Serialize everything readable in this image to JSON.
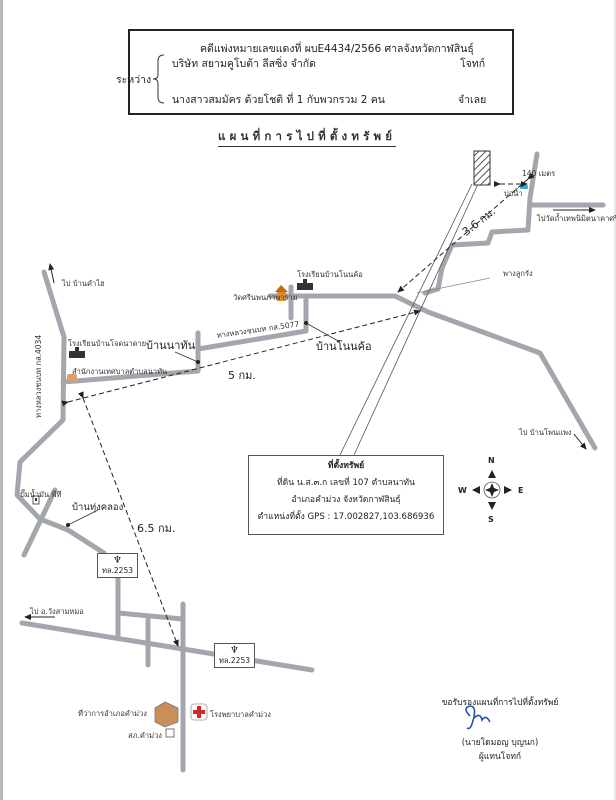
{
  "header": {
    "case_line": "คดีแพ่งหมายเลขแดงที่  ผบE4434/2566   ศาลจังหวัดกาฬสินธุ์",
    "between_label": "ระหว่าง",
    "plaintiff_name": "บริษัท สยามคูโบต้า ลีสซิ่ง จำกัด",
    "plaintiff_role": "โจทก์",
    "defendant_name": "นางสาวสมมัคร  ด้วยโชติ ที่  1  กับพวกรวม 2 คน",
    "defendant_role": "จำเลย"
  },
  "title": "แผนที่การไปที่ตั้งทรัพย์",
  "map": {
    "distances": {
      "d1": "3.6 กม.",
      "d2": "5 กม.",
      "d3": "6.5 กม.",
      "d4": "140 เมตร"
    },
    "labels": {
      "to_ban_kham_lai": "ไป บ้านคำไฮ",
      "school_chai_naban": "โรงเรียนบ้านโจดนาดาย",
      "ban_na_than": "บ้านนาทัน",
      "tambon_office": "สำนักงานเทศบาลตำบลนาทัน",
      "highway_4034": "ทางหลวงชนบท กส.4034",
      "rural_road_5077": "ทางหลวงชนบท กส.5077",
      "school_non_kho": "โรงเรียนบ้านโนนค้อ",
      "wat": "วัดศรีนพนภาพาราม",
      "ban_non_kho": "บ้านโนนค้อ",
      "water_source": "บ่อน้ำ",
      "to_wat_right": "ไปวัดถ้ำเทพนิมิตนาคาศรี",
      "to_phu_kaeng": "พางลูกรัง",
      "to_ban_phon_phaeng": "ไป บ้านโพนแพง",
      "gas_station": "ปั๊มน้ำมัน พีที",
      "ban_thung_khlong": "บ้านทุ่งคลอง",
      "to_wang_sam_mo": "ไป อ.วังสามหมอ",
      "district_office": "ที่ว่าการอำเภอคำม่วง",
      "hospital": "โรงพยาบาลคำม่วง",
      "police": "สภ.คำม่วง"
    },
    "highway_signs": [
      {
        "label": "ทล.2253"
      },
      {
        "label": "ทล.2253"
      }
    ],
    "compass": {
      "n": "N",
      "s": "S",
      "e": "E",
      "w": "W"
    },
    "callout": {
      "title": "ที่ตั้งทรัพย์",
      "line1": "ที่ดิน น.ส.๓.ก เลขที่  107  ตำบลนาทัน",
      "line2": "อำเภอคำม่วง  จังหวัดกาฬสินธุ์",
      "line3": "ตำแหน่งที่ตั้ง GPS : 17.002827,103.686936"
    },
    "colors": {
      "road": "#a3a7ad",
      "water": "#3aa7e0",
      "hospital_cross": "#d8262c",
      "signature": "#2a4fb5"
    }
  },
  "signature_block": {
    "certify": "ขอรับรองแผนที่การไปที่ตั้งทรัพย์",
    "name": "(นายโดมอญ   บุญนก)",
    "role": "ผู้แทนโจทก์"
  }
}
